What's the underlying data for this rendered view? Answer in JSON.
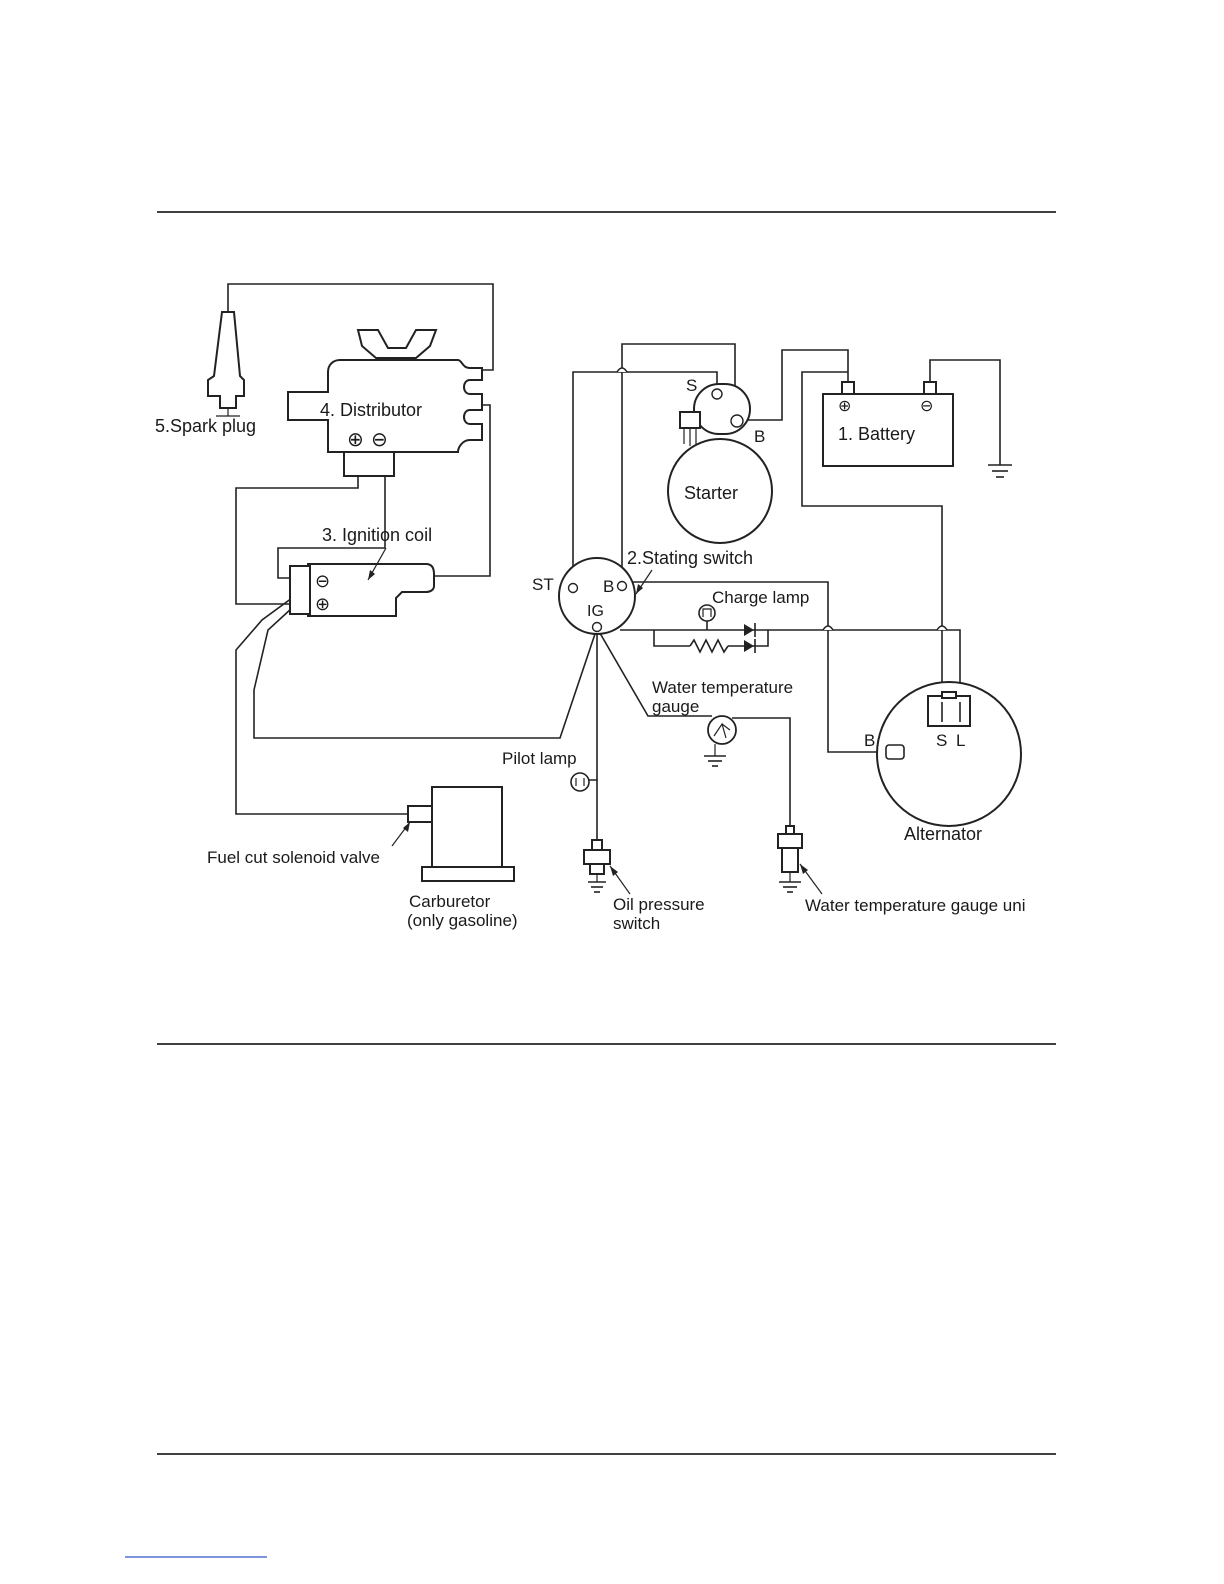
{
  "labels": {
    "spark_plug": "5.Spark plug",
    "distributor": "4. Distributor",
    "ignition_coil": "3. Ignition coil",
    "starting_switch": "2.Stating switch",
    "battery": "1. Battery",
    "starter": "Starter",
    "starter_s": "S",
    "starter_b": "B",
    "switch_st": "ST",
    "switch_b": "B",
    "switch_ig": "IG",
    "charge_lamp": "Charge lamp",
    "water_temp_gauge_line1": "Water temperature",
    "water_temp_gauge_line2": "gauge",
    "pilot_lamp": "Pilot lamp",
    "alternator": "Alternator",
    "alternator_b": "B",
    "alternator_s": "S",
    "alternator_l": "L",
    "fuel_cut_valve": "Fuel cut solenoid valve",
    "carburetor_line1": "Carburetor",
    "carburetor_line2": "(only gasoline)",
    "oil_pressure_line1": "Oil pressure",
    "oil_pressure_line2": "switch",
    "water_temp_unit": "Water temperature gauge uni"
  },
  "symbols": {
    "plus": "⊕",
    "minus": "⊖"
  }
}
